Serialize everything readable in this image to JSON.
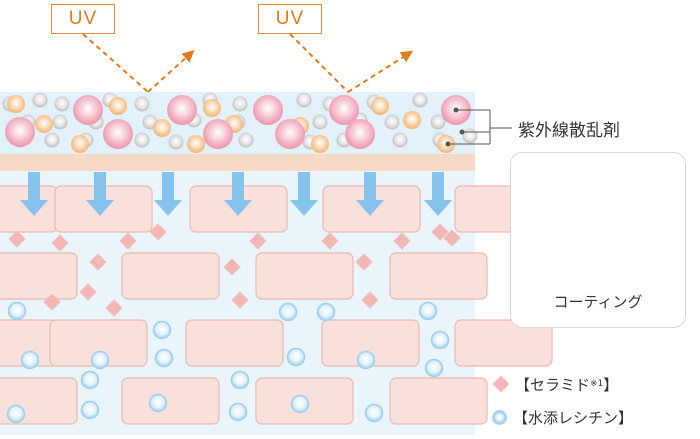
{
  "uv_labels": [
    "UV",
    "UV"
  ],
  "scatter_agent_label": "紫外線散乱剤",
  "coating": {
    "label": "コーティング"
  },
  "legend": {
    "ceramide": {
      "label": "【セラミド",
      "note": "※1",
      "close": "】"
    },
    "hyaluronic": {
      "label": "【水添レシチン】"
    }
  },
  "colors": {
    "uv_orange": "#e07a20",
    "arrow_blue": "#86c3ec",
    "skin_cell": "#fbe1dc",
    "ceramide_pink": "#f2b8b4",
    "lecithin_blue": "#a9d4ef",
    "scatter_pink": "#f0a0b4",
    "scatter_orange": "#f5c08a",
    "scatter_gray": "#d4d4d4",
    "background_blue": "#e9f4fb",
    "skin_band": "#f7d9c8"
  }
}
